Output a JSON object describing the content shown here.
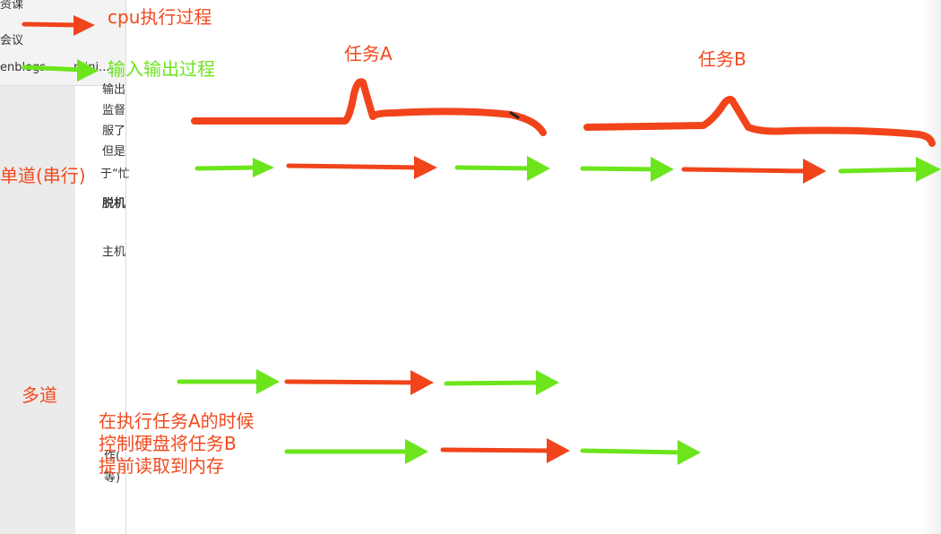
{
  "colors": {
    "cpu": "#f1441b",
    "io": "#6ce51c"
  },
  "behind_text": {
    "top_tab": "资课",
    "row_2": "会议",
    "row_3": "enblogs...",
    "row_3b": "mini..."
  },
  "behind_doc_fragments": [
    "输出",
    "监督",
    "服了",
    "但是",
    "于“忙",
    "脱机",
    "主机",
    "作(",
    "等)"
  ],
  "legend": {
    "cpu_label": "cpu执行过程",
    "io_label": "输入输出过程"
  },
  "labels": {
    "task_a": "任务A",
    "task_b": "任务B",
    "single": "单道(串行)",
    "multi": "多道"
  },
  "note_lines": [
    "在执行任务A的时候",
    "控制硬盘将任务B",
    "提前读取到内存"
  ]
}
